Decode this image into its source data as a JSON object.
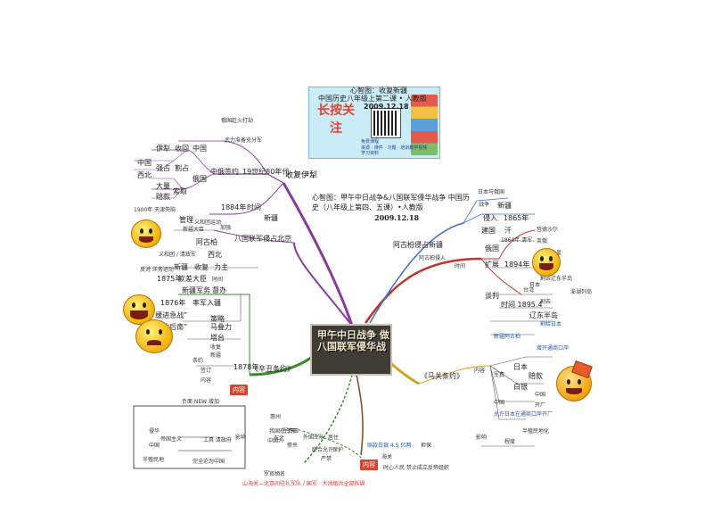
{
  "banner": {
    "title_line": "心智图：收复新疆",
    "subtitle_line": "中国历史八年级上第二课 • 人教版",
    "date_line": "2009.12.18",
    "stamp_text": "长按关注",
    "promo_lines": [
      "免费课程",
      "资源 · 课件 · 习题 · 培训教学视频",
      "学习资料"
    ]
  },
  "doc_title": {
    "line1": "心智图：甲午中日战争&八国联军侵华战争 中国历",
    "line2": "史（八年级上第四、五课）•人教版",
    "date": "2009.12.18"
  },
  "center": {
    "line1": "甲午中日战争 做",
    "line2": "八国联军侵华战"
  },
  "branches": {
    "recover_xinjiang": "收复伊犁",
    "eight_nations": "八国联军侵占北京",
    "agubo": "阿古柏侵占新疆",
    "shimonoseki": "《马关条约》",
    "xinchou": "《辛丑条约》"
  },
  "labels": {
    "a1": "俄国趁火打劫",
    "a2": "武力准备充分军",
    "a3": "伊犁",
    "a4": "收回",
    "a5": "中国",
    "a6": "中俄签约",
    "a7": "19世纪80年代",
    "a8": "中国",
    "a9": "强占",
    "a10": "割占",
    "a11": "西北",
    "a12": "俄国",
    "a13": "大量",
    "a14": "索取",
    "a15": "赔款",
    "a16": "1884年",
    "a17": "时间",
    "a18": "新疆",
    "a19": "1900年 天津失陷",
    "a20": "管理",
    "a21": "义和团运动",
    "a22": "加强",
    "a23": "新疆大臣",
    "a24": "阿古柏",
    "a25": "西北",
    "a26": "义和团 / 清政军",
    "a27": "新疆",
    "a28": "收复",
    "a29": "力主",
    "a30": "反对 洋务运动",
    "a31": "1875年",
    "a32": "钦差大臣",
    "a33": "时间",
    "a34": "新疆军务",
    "a35": "督办",
    "a36": "1876年",
    "a37": "率军入疆",
    "a38": "“缓进急战”",
    "a39": "策略",
    "a40": "马叠力",
    "a41": "“先北后南”",
    "a42": "塔台",
    "a43": "收复",
    "a44": "新疆",
    "a45": "条约",
    "a46": "1878年",
    "a47": "签订",
    "a48": "内容",
    "a49": "负面 NEW 增加",
    "a50": "侵华",
    "a51": "帝国主义",
    "a52": "中国",
    "a53": "工具  清政府",
    "a54": "半殖民地",
    "a55": "影响",
    "a56": "完全沦为中国",
    "a57": "惠州",
    "a58": "军费赔",
    "a59": "我国在今天",
    "a60": "东北",
    "a61": "中国人",
    "a62": "外国军队",
    "a63": "居住",
    "a64": "惨杀",
    "a65": "联合允许",
    "a66": "保护",
    "a67": "严禁",
    "a68": "军官胡名",
    "a69": "山海关—北京间驻扎军队 / 国军 · 大沽炮台全部拆毁",
    "a70": "赔款白银 4.5 亿两",
    "a71": "担保",
    "a72": "海关",
    "a73": "时心人民  禁止成立反帝组织",
    "a74": "时间",
    "a75": "日本与俄国",
    "a76": "战争",
    "a77": "新疆",
    "a78": "侵入",
    "a79": "1865年",
    "a80": "建国",
    "a81": "汗",
    "a82": "哲德沙尔",
    "a83": "阿古柏侵入",
    "a84": "1864年 清军",
    "a85": "英俄",
    "a86": "俄国",
    "a87": "扩展",
    "a88": "1894年",
    "a89": "英俄沙皇",
    "a90": "日本",
    "a91": "割去辽东半岛",
    "a92": "台湾",
    "a93": "澎湖列岛",
    "a94": "谈判",
    "a95": "时间 1895.4",
    "a96": "割去",
    "a97": "辽东半岛",
    "a98": "割给日本",
    "a99": "新疆阿古柏",
    "a100": "增开通商口岸",
    "a101": "内容",
    "a102": "日本",
    "a103": "赔款",
    "a104": "军费",
    "a105": "白银",
    "a106": "中国",
    "a107": "开厂",
    "a108": "允许日本在通商口岸开厂",
    "a109": "影响",
    "a110": "半殖民地化",
    "a111": "程度",
    "a112": "中国"
  },
  "colors": {
    "purple": "#8b3a9b",
    "green": "#3a8a2f",
    "gold": "#d4a21d",
    "red": "#c4302b",
    "blue": "#3d6ed0",
    "brown": "#7a4a2a",
    "gray": "#666666"
  },
  "tags": [
    "内容",
    "内容"
  ]
}
